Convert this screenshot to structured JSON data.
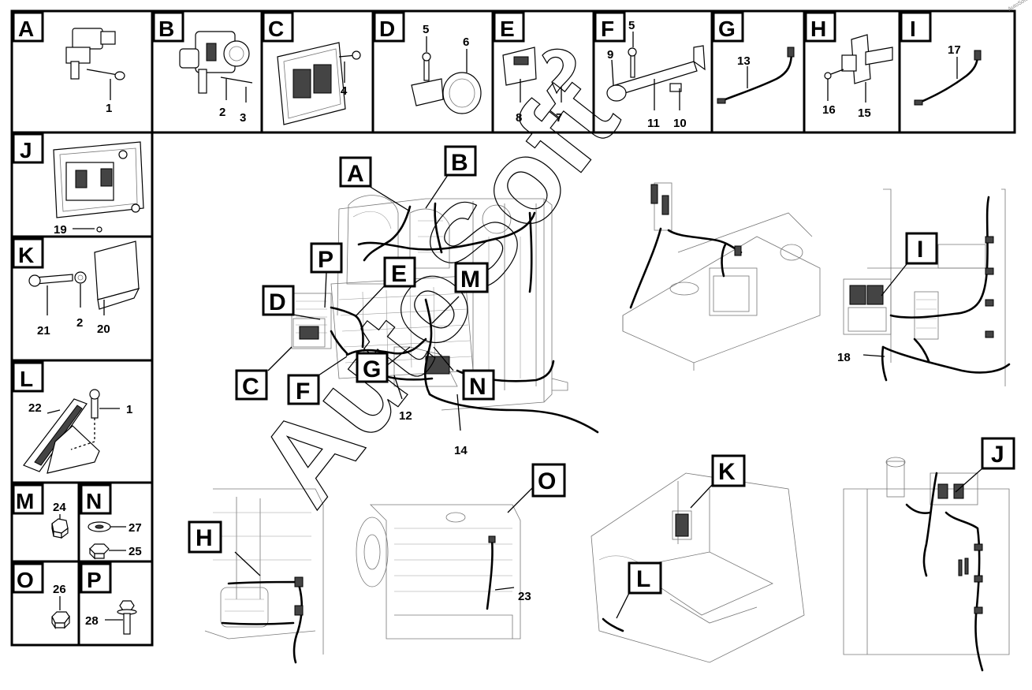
{
  "panels": [
    {
      "letter": "A",
      "nums": [
        "1"
      ]
    },
    {
      "letter": "B",
      "nums": [
        "2",
        "3"
      ]
    },
    {
      "letter": "C",
      "nums": [
        "4"
      ]
    },
    {
      "letter": "D",
      "nums": [
        "5",
        "6"
      ]
    },
    {
      "letter": "E",
      "nums": [
        "8",
        "7"
      ]
    },
    {
      "letter": "F",
      "nums": [
        "9",
        "5",
        "11",
        "10"
      ]
    },
    {
      "letter": "G",
      "nums": [
        "13"
      ]
    },
    {
      "letter": "H",
      "nums": [
        "16",
        "15"
      ]
    },
    {
      "letter": "I",
      "nums": [
        "17"
      ]
    },
    {
      "letter": "J",
      "nums": [
        "19"
      ]
    },
    {
      "letter": "K",
      "nums": [
        "21",
        "2",
        "20"
      ]
    },
    {
      "letter": "L",
      "nums": [
        "22",
        "1"
      ]
    },
    {
      "letter": "M",
      "nums": [
        "24"
      ]
    },
    {
      "letter": "N",
      "nums": [
        "27",
        "25"
      ]
    },
    {
      "letter": "O",
      "nums": [
        "26"
      ]
    },
    {
      "letter": "P",
      "nums": [
        "28"
      ]
    }
  ],
  "callouts": [
    {
      "letter": "A"
    },
    {
      "letter": "B"
    },
    {
      "letter": "P"
    },
    {
      "letter": "E"
    },
    {
      "letter": "M"
    },
    {
      "letter": "D"
    },
    {
      "letter": "G"
    },
    {
      "letter": "N"
    },
    {
      "letter": "C"
    },
    {
      "letter": "F"
    },
    {
      "letter": "I"
    },
    {
      "letter": "O"
    },
    {
      "letter": "K"
    },
    {
      "letter": "H"
    },
    {
      "letter": "L"
    },
    {
      "letter": "J"
    }
  ],
  "main_numbers": [
    "12",
    "14",
    "18",
    "23"
  ],
  "watermark": "AutoSoft",
  "corner_mark": "AutoSoft"
}
